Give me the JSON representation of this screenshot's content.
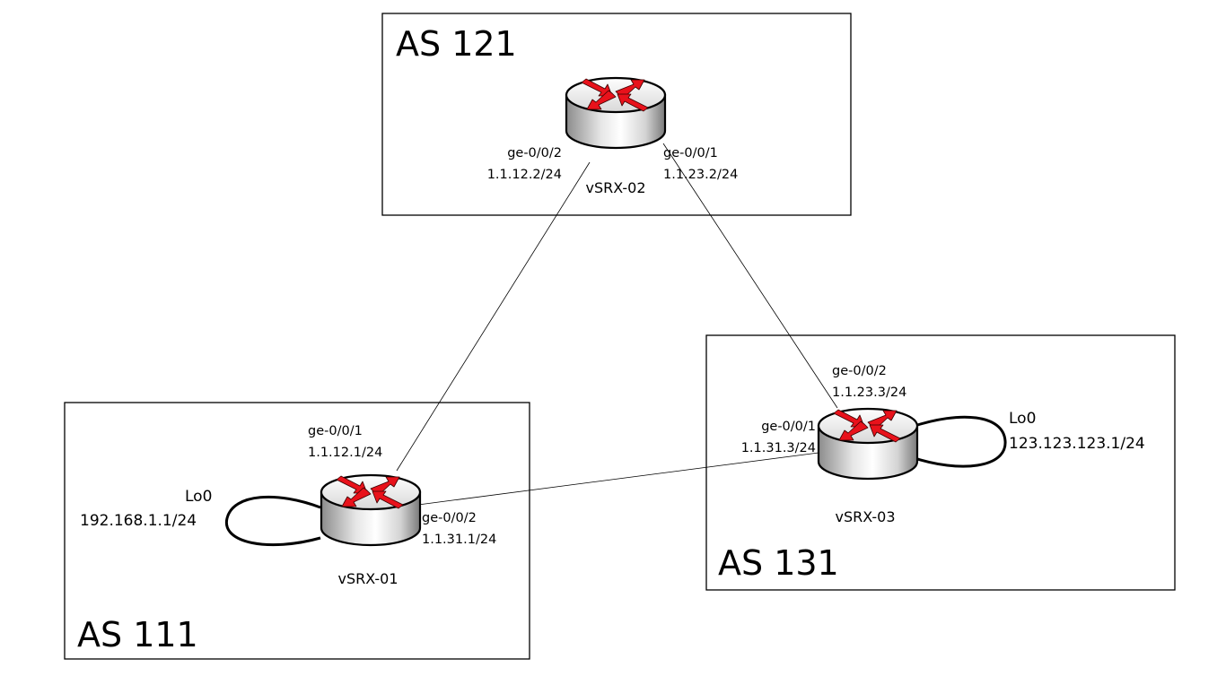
{
  "as_boxes": {
    "as121": {
      "label": "AS 121"
    },
    "as111": {
      "label": "AS 111"
    },
    "as131": {
      "label": "AS 131"
    }
  },
  "routers": {
    "r02": {
      "name": "vSRX-02",
      "icon": "router-icon"
    },
    "r01": {
      "name": "vSRX-01",
      "icon": "router-icon"
    },
    "r03": {
      "name": "vSRX-03",
      "icon": "router-icon"
    }
  },
  "interfaces": {
    "r02_ge002": {
      "name": "ge-0/0/2",
      "ip": "1.1.12.2/24"
    },
    "r02_ge001": {
      "name": "ge-0/0/1",
      "ip": "1.1.23.2/24"
    },
    "r01_ge001": {
      "name": "ge-0/0/1",
      "ip": "1.1.12.1/24"
    },
    "r01_ge002": {
      "name": "ge-0/0/2",
      "ip": "1.1.31.1/24"
    },
    "r03_ge002": {
      "name": "ge-0/0/2",
      "ip": "1.1.23.3/24"
    },
    "r03_ge001": {
      "name": "ge-0/0/1",
      "ip": "1.1.31.3/24"
    }
  },
  "loopbacks": {
    "r01_lo0": {
      "name": "Lo0",
      "ip": "192.168.1.1/24"
    },
    "r03_lo0": {
      "name": "Lo0",
      "ip": "123.123.123.1/24"
    }
  },
  "colors": {
    "arrow": "#e8121b",
    "arrow_outline": "#3a0000",
    "router_body_dark": "#8a8a8a",
    "router_body_light": "#f2f2f2",
    "line": "#000000"
  }
}
